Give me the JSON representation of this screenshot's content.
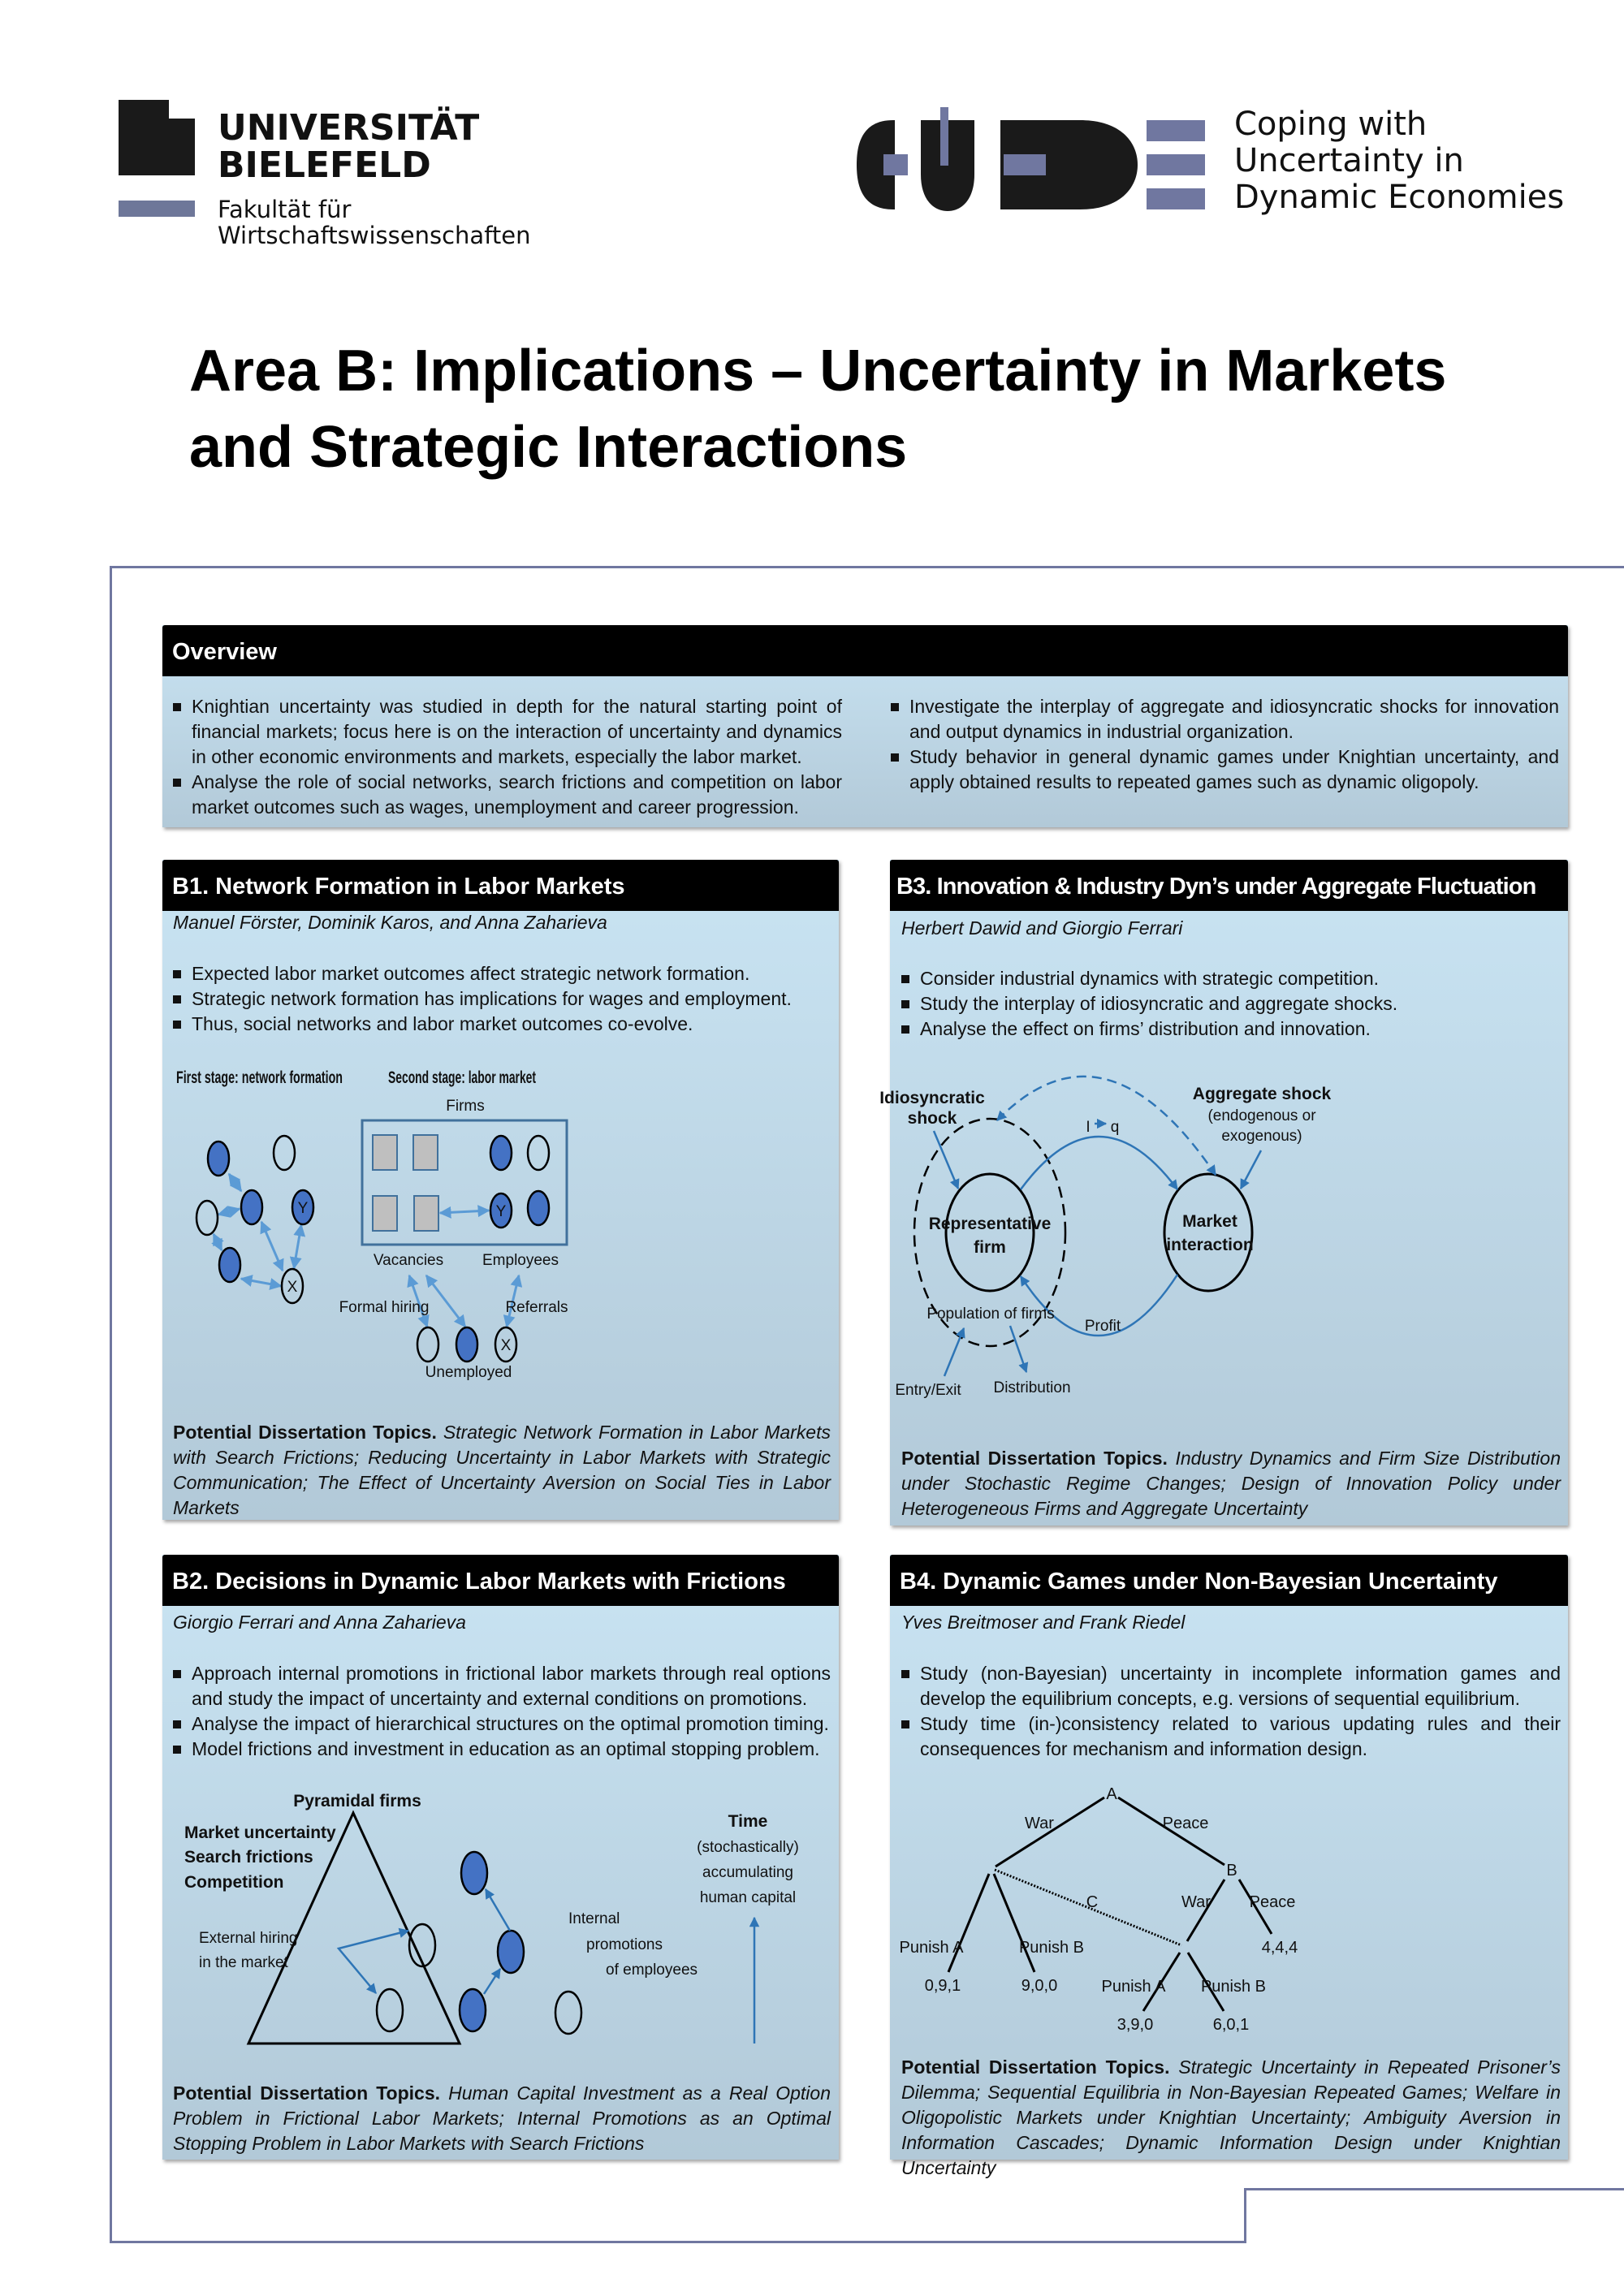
{
  "header": {
    "university_logo": {
      "line1": "UNIVERSITÄT",
      "line2": "BIELEFELD",
      "faculty1": "Fakultät für",
      "faculty2": "Wirtschaftswissenschaften"
    },
    "cude_logo": {
      "line1": "Coping with",
      "line2": "Uncertainty in",
      "line3": "Dynamic Economies"
    },
    "title_line1": "Area B: Implications – Uncertainty in Markets",
    "title_line2": "and Strategic Interactions"
  },
  "colors": {
    "accent": "#7077a0",
    "node_blue": "#4472c4",
    "arrow_blue": "#5b9bd5",
    "header_black": "#000000"
  },
  "overview": {
    "title": "Overview",
    "left_bullets": [
      "Knightian uncertainty was studied in depth for the natural starting point of financial markets; focus here is on the interaction of uncertainty and dynamics in other economic environments and markets, especially the labor market.",
      "Analyse the role of social networks, search frictions and competition on labor market outcomes such as wages, unemployment and career progression."
    ],
    "right_bullets": [
      "Investigate the interplay of aggregate and idiosyncratic shocks for innovation and output dynamics in industrial organization.",
      "Study behavior in general dynamic games under Knightian uncertainty, and apply obtained results to repeated games such as dynamic oligopoly."
    ]
  },
  "b1": {
    "title": "B1. Network Formation in Labor Markets",
    "authors": "Manuel Förster, Dominik Karos, and Anna Zaharieva",
    "bullets": [
      "Expected labor market outcomes affect strategic network formation.",
      "Strategic network formation has implications for wages and employment.",
      "Thus, social networks and labor market outcomes co-evolve."
    ],
    "diagram": {
      "stage1": "First stage: network formation",
      "stage2": "Second stage: labor market",
      "firms": "Firms",
      "vacancies": "Vacancies",
      "employees": "Employees",
      "formal_hiring": "Formal hiring",
      "referrals": "Referrals",
      "unemployed": "Unemployed",
      "node_x": "X",
      "node_y": "Y"
    },
    "topics_label": "Potential Dissertation Topics.",
    "topics": "Strategic Network Formation in Labor Markets with Search Frictions; Reducing Uncertainty in Labor Markets with Strategic Communication; The Effect of Uncertainty Aversion on Social Ties in Labor Markets"
  },
  "b3": {
    "title": "B3. Innovation & Industry Dyn’s under Aggregate Fluctuation",
    "authors": "Herbert Dawid and Giorgio Ferrari",
    "bullets": [
      "Consider industrial dynamics with strategic competition.",
      "Study the interplay of idiosyncratic and aggregate shocks.",
      "Analyse the effect on firms’ distribution and innovation."
    ],
    "diagram": {
      "idio1": "Idiosyncratic",
      "idio2": "shock",
      "agg1": "Aggregate shock",
      "agg2": "(endogenous or",
      "agg3": "exogenous)",
      "rep1": "Representative",
      "rep2": "firm",
      "mkt1": "Market",
      "mkt2": "interaction",
      "iq_i": "I",
      "iq_q": "q",
      "population": "Population of firms",
      "profit": "Profit",
      "entry_exit": "Entry/Exit",
      "distribution": "Distribution"
    },
    "topics_label": "Potential Dissertation Topics.",
    "topics": "Industry Dynamics and Firm Size Distribution under Stochastic Regime Changes; Design of Innovation Policy under Heterogeneous Firms and Aggregate Uncertainty"
  },
  "b2": {
    "title": "B2. Decisions in Dynamic Labor Markets with Frictions",
    "authors": "Giorgio Ferrari and Anna Zaharieva",
    "bullets": [
      "Approach internal promotions in frictional labor markets through real options and study the impact of uncertainty and external conditions on promotions.",
      "Analyse the impact of hierarchical structures on the optimal promotion timing.",
      "Model frictions and investment in education as an optimal stopping problem."
    ],
    "diagram": {
      "pyramidal": "Pyramidal firms",
      "factor1": "Market uncertainty",
      "factor2": "Search frictions",
      "factor3": "Competition",
      "ext1": "External hiring",
      "ext2": "in the market",
      "int1": "Internal",
      "int2": "promotions",
      "int3": "of employees",
      "time1": "Time",
      "time2": "(stochastically)",
      "time3": "accumulating",
      "time4": "human capital"
    },
    "topics_label": "Potential Dissertation Topics.",
    "topics": "Human Capital Investment as a Real Option Problem in Frictional Labor Markets; Internal Promotions as an Optimal Stopping Problem in Labor Markets with Search Frictions"
  },
  "b4": {
    "title": "B4. Dynamic Games under Non-Bayesian Uncertainty",
    "authors": "Yves Breitmoser and Frank Riedel",
    "bullets": [
      "Study (non-Bayesian) uncertainty in incomplete information games and develop the equilibrium concepts, e.g. versions of sequential equilibrium.",
      "Study time (in-)consistency related to various updating rules and their consequences for mechanism and information design."
    ],
    "tree": {
      "a": "A",
      "b": "B",
      "c": "C",
      "war": "War",
      "peace": "Peace",
      "b_war": "War",
      "b_peace": "Peace",
      "punish_a": "Punish A",
      "punish_b": "Punish B",
      "punish_a2": "Punish A",
      "punish_b2": "Punish B",
      "pay_1": "0,9,1",
      "pay_2": "9,0,0",
      "pay_3": "3,9,0",
      "pay_4": "6,0,1",
      "pay_5": "4,4,4"
    },
    "topics_label": "Potential Dissertation Topics.",
    "topics": "Strategic Uncertainty in Repeated Prisoner’s Dilemma; Sequential Equilibria in Non-Bayesian Repeated Games; Welfare in Oligopolistic Markets under Knightian Uncertainty; Ambiguity Aversion in Information Cascades; Dynamic Information Design under Knightian Uncertainty"
  }
}
